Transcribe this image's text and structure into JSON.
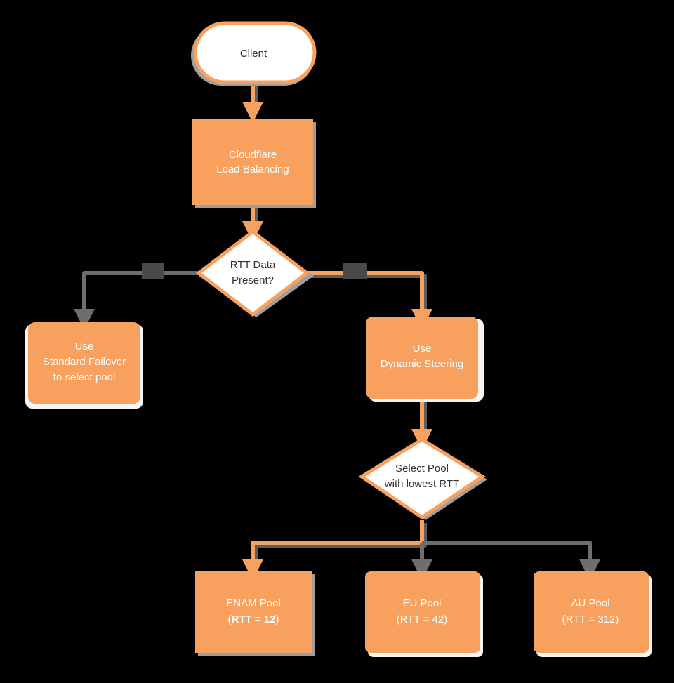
{
  "diagram": {
    "title": "Cloudflare Load Balancing RTT Steering Flowchart",
    "colors": {
      "accent_orange": "#F8A15E",
      "edge_gray": "#6E6E6E",
      "node_text_light": "#FFFFFF",
      "node_text_dark": "#333333",
      "background": "#000000",
      "shadow_gray": "#9E9E9E",
      "shadow_white": "#F5F5F5"
    },
    "nodes": [
      {
        "id": "client",
        "shape": "stadium",
        "fill": "white",
        "lines": [
          "Client"
        ]
      },
      {
        "id": "load-balancing",
        "shape": "rect",
        "fill": "orange",
        "lines": [
          "Cloudflare",
          "Load Balancing"
        ]
      },
      {
        "id": "rtt-data-present",
        "shape": "diamond",
        "fill": "white",
        "lines": [
          "RTT Data",
          "Present?"
        ]
      },
      {
        "id": "standard-failover",
        "shape": "rounded-rect",
        "fill": "orange",
        "lines": [
          "Use",
          "Standard Failover",
          "to select pool"
        ]
      },
      {
        "id": "dynamic-steering",
        "shape": "rounded-rect",
        "fill": "orange",
        "lines": [
          "Use",
          "Dynamic Steering"
        ]
      },
      {
        "id": "select-pool",
        "shape": "diamond",
        "fill": "white",
        "lines": [
          "Select Pool",
          "with lowest RTT"
        ]
      },
      {
        "id": "enam-pool",
        "shape": "rect",
        "fill": "orange",
        "lines": [
          "ENAM Pool",
          "(RTT = 12)"
        ],
        "line2_prefix": "(",
        "line2_bold": "RTT = 12",
        "line2_suffix": ")"
      },
      {
        "id": "eu-pool",
        "shape": "rounded-rect",
        "fill": "orange",
        "lines": [
          "EU Pool",
          "(RTT = 42)"
        ]
      },
      {
        "id": "au-pool",
        "shape": "rounded-rect",
        "fill": "orange",
        "lines": [
          "AU Pool",
          "(RTT = 312)"
        ]
      }
    ],
    "node_text": {
      "client": "Client",
      "lb_line1": "Cloudflare",
      "lb_line2": "Load Balancing",
      "rtt_line1": "RTT Data",
      "rtt_line2": "Present?",
      "failover_line1": "Use",
      "failover_line2": "Standard Failover",
      "failover_line3": "to select pool",
      "steering_line1": "Use",
      "steering_line2": "Dynamic Steering",
      "select_line1": "Select Pool",
      "select_line2": "with lowest RTT",
      "enam_line1": "ENAM Pool",
      "enam_paren_open": "(",
      "enam_rtt": "RTT = 12",
      "enam_paren_close": ")",
      "eu_line1": "EU Pool",
      "eu_line2": "(RTT = 42)",
      "au_line1": "AU Pool",
      "au_line2": "(RTT = 312)"
    },
    "edges": [
      {
        "id": "client-to-lb",
        "from": "client",
        "to": "load-balancing",
        "color": "orange",
        "arrow": true
      },
      {
        "id": "lb-to-rtt",
        "from": "load-balancing",
        "to": "rtt-data-present",
        "color": "orange",
        "arrow": true
      },
      {
        "id": "rtt-to-failover",
        "from": "rtt-data-present",
        "to": "standard-failover",
        "color": "gray",
        "arrow": true
      },
      {
        "id": "rtt-to-steering",
        "from": "rtt-data-present",
        "to": "dynamic-steering",
        "color": "orange",
        "arrow": true
      },
      {
        "id": "steering-to-select",
        "from": "dynamic-steering",
        "to": "select-pool",
        "color": "orange",
        "arrow": true
      },
      {
        "id": "select-to-enam",
        "from": "select-pool",
        "to": "enam-pool",
        "color": "orange",
        "arrow": true
      },
      {
        "id": "select-to-eu",
        "from": "select-pool",
        "to": "eu-pool",
        "color": "gray",
        "arrow": true
      },
      {
        "id": "select-to-au",
        "from": "select-pool",
        "to": "au-pool",
        "color": "gray",
        "arrow": true
      }
    ]
  }
}
